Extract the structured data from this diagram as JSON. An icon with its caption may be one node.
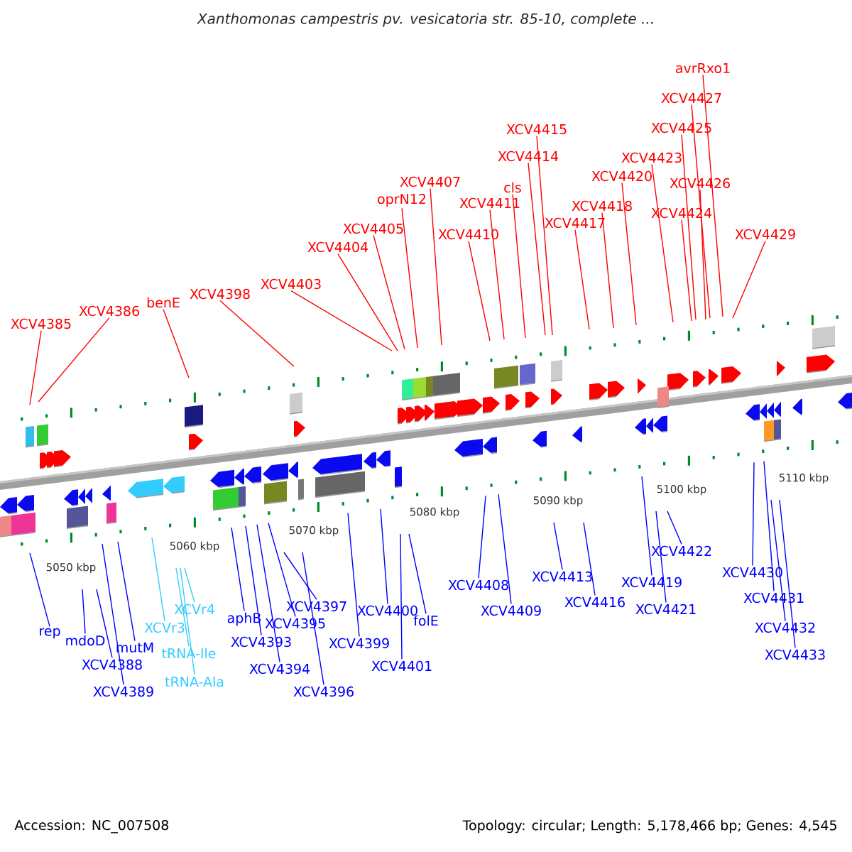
{
  "diagram": {
    "title": "Xanthomonas campestris pv. vesicatoria str. 85-10, complete ...",
    "nodes": [
      {
        "text": [
          "XCV4385"
        ]
      },
      {
        "text": [
          "XCV4386"
        ]
      },
      {
        "text": [
          "benE"
        ]
      },
      {
        "text": [
          "XCV4398"
        ]
      },
      {
        "text": [
          "XCV4403"
        ]
      },
      {
        "text": [
          "XCV4404"
        ]
      },
      {
        "text": [
          "XCV4405"
        ]
      },
      {
        "text": [
          "oprN12"
        ]
      },
      {
        "text": [
          "XCV4407"
        ]
      },
      {
        "text": [
          "XCV4410"
        ]
      },
      {
        "text": [
          "XCV4411"
        ]
      },
      {
        "text": [
          "cls"
        ]
      },
      {
        "text": [
          "XCV4414"
        ]
      },
      {
        "text": [
          "XCV4415"
        ]
      },
      {
        "text": [
          "XCV4417"
        ]
      },
      {
        "text": [
          "XCV4418"
        ]
      },
      {
        "text": [
          "XCV4420"
        ]
      },
      {
        "text": [
          "XCV4423"
        ]
      },
      {
        "text": [
          "XCV4425"
        ]
      },
      {
        "text": [
          "XCV4427"
        ]
      },
      {
        "text": [
          "avrRxo1"
        ]
      },
      {
        "text": [
          "XCV4426"
        ]
      },
      {
        "text": [
          "XCV4424"
        ]
      },
      {
        "text": [
          "XCV4429"
        ]
      },
      {
        "text": [
          "rep"
        ]
      },
      {
        "text": [
          "mdoD"
        ]
      },
      {
        "text": [
          "XCV4388"
        ]
      },
      {
        "text": [
          "mutM"
        ]
      },
      {
        "text": [
          "XCV4389"
        ]
      },
      {
        "text": [
          "XCVr3"
        ]
      },
      {
        "text": [
          "XCVr4"
        ]
      },
      {
        "text": [
          "tRNA-Ile"
        ]
      },
      {
        "text": [
          "tRNA-Ala"
        ]
      },
      {
        "text": [
          "aphB"
        ]
      },
      {
        "text": [
          "XCV4393"
        ]
      },
      {
        "text": [
          "XCV4395"
        ]
      },
      {
        "text": [
          "XCV4394"
        ]
      },
      {
        "text": [
          "XCV4397"
        ]
      },
      {
        "text": [
          "XCV4396"
        ]
      },
      {
        "text": [
          "XCV4399"
        ]
      },
      {
        "text": [
          "XCV4400"
        ]
      },
      {
        "text": [
          "XCV4401"
        ]
      },
      {
        "text": [
          "folE"
        ]
      },
      {
        "text": [
          "XCV4408"
        ]
      },
      {
        "text": [
          "XCV4409"
        ]
      },
      {
        "text": [
          "XCV4413"
        ]
      },
      {
        "text": [
          "XCV4416"
        ]
      },
      {
        "text": [
          "XCV4419"
        ]
      },
      {
        "text": [
          "XCV4421"
        ]
      },
      {
        "text": [
          "XCV4422"
        ]
      },
      {
        "text": [
          "XCV4430"
        ]
      },
      {
        "text": [
          "XCV4431"
        ]
      },
      {
        "text": [
          "XCV4432"
        ]
      },
      {
        "text": [
          "XCV4433"
        ]
      }
    ],
    "edges": [
      {
        "from": 0,
        "to": null,
        "arrow": "none",
        "color": "#ff0000"
      },
      {
        "from": 1,
        "to": null,
        "arrow": "none",
        "color": "#ff0000"
      },
      {
        "from": 2,
        "to": null,
        "arrow": "none",
        "color": "#ff0000"
      },
      {
        "from": 3,
        "to": null,
        "arrow": "none",
        "color": "#ff0000"
      },
      {
        "from": 4,
        "to": null,
        "arrow": "none",
        "color": "#ff0000"
      },
      {
        "from": 5,
        "to": null,
        "arrow": "none",
        "color": "#ff0000"
      },
      {
        "from": 6,
        "to": null,
        "arrow": "none",
        "color": "#ff0000"
      },
      {
        "from": 7,
        "to": null,
        "arrow": "none",
        "color": "#ff0000"
      },
      {
        "from": 8,
        "to": null,
        "arrow": "none",
        "color": "#ff0000"
      },
      {
        "from": 9,
        "to": null,
        "arrow": "none",
        "color": "#ff0000"
      },
      {
        "from": 10,
        "to": null,
        "arrow": "none",
        "color": "#ff0000"
      },
      {
        "from": 11,
        "to": null,
        "arrow": "none",
        "color": "#ff0000"
      },
      {
        "from": 12,
        "to": null,
        "arrow": "none",
        "color": "#ff0000"
      },
      {
        "from": 13,
        "to": null,
        "arrow": "none",
        "color": "#ff0000"
      },
      {
        "from": 14,
        "to": null,
        "arrow": "none",
        "color": "#ff0000"
      },
      {
        "from": 15,
        "to": null,
        "arrow": "none",
        "color": "#ff0000"
      },
      {
        "from": 16,
        "to": null,
        "arrow": "none",
        "color": "#ff0000"
      },
      {
        "from": 17,
        "to": null,
        "arrow": "none",
        "color": "#ff0000"
      },
      {
        "from": 18,
        "to": null,
        "arrow": "none",
        "color": "#ff0000"
      },
      {
        "from": 19,
        "to": null,
        "arrow": "none",
        "color": "#ff0000"
      },
      {
        "from": 20,
        "to": null,
        "arrow": "none",
        "color": "#ff0000"
      },
      {
        "from": 21,
        "to": null,
        "arrow": "none",
        "color": "#ff0000"
      },
      {
        "from": 22,
        "to": null,
        "arrow": "none",
        "color": "#ff0000"
      },
      {
        "from": 23,
        "to": null,
        "arrow": "none",
        "color": "#ff0000"
      },
      {
        "from": 24,
        "to": null,
        "arrow": "none"
      },
      {
        "from": 25,
        "to": null,
        "arrow": "none"
      },
      {
        "from": 26,
        "to": null,
        "arrow": "none"
      },
      {
        "from": 27,
        "to": null,
        "arrow": "none"
      },
      {
        "from": 28,
        "to": null,
        "arrow": "none"
      },
      {
        "from": 29,
        "to": null,
        "arrow": "none",
        "color": "#33ccff"
      },
      {
        "from": 30,
        "to": null,
        "arrow": "none",
        "color": "#33ccff"
      },
      {
        "from": 31,
        "to": null,
        "arrow": "none",
        "color": "#33ccff"
      },
      {
        "from": 32,
        "to": null,
        "arrow": "none",
        "color": "#33ccff"
      },
      {
        "from": 33,
        "to": null,
        "arrow": "none"
      },
      {
        "from": 34,
        "to": null,
        "arrow": "none"
      },
      {
        "from": 35,
        "to": null,
        "arrow": "none"
      },
      {
        "from": 36,
        "to": null,
        "arrow": "none"
      },
      {
        "from": 37,
        "to": null,
        "arrow": "none"
      },
      {
        "from": 38,
        "to": null,
        "arrow": "none"
      },
      {
        "from": 39,
        "to": null,
        "arrow": "none"
      },
      {
        "from": 40,
        "to": null,
        "arrow": "none"
      },
      {
        "from": 41,
        "to": null,
        "arrow": "none"
      },
      {
        "from": 42,
        "to": null,
        "arrow": "none"
      },
      {
        "from": 43,
        "to": null,
        "arrow": "none"
      },
      {
        "from": 44,
        "to": null,
        "arrow": "none"
      },
      {
        "from": 45,
        "to": null,
        "arrow": "none"
      },
      {
        "from": 46,
        "to": null,
        "arrow": "none"
      },
      {
        "from": 47,
        "to": null,
        "arrow": "none"
      },
      {
        "from": 48,
        "to": null,
        "arrow": "none"
      },
      {
        "from": 49,
        "to": null,
        "arrow": "none"
      },
      {
        "from": 50,
        "to": null,
        "arrow": "none"
      },
      {
        "from": 51,
        "to": null,
        "arrow": "none"
      },
      {
        "from": 52,
        "to": null,
        "arrow": "none"
      },
      {
        "from": 53,
        "to": null,
        "arrow": "none"
      }
    ],
    "labels": [
      "5050 kbp",
      "5060 kbp",
      "5070 kbp",
      "5080 kbp",
      "5090 kbp",
      "5100 kbp",
      "5110 kbp",
      "Accession: NC_007508",
      "Topology: circular; Length: 5,178,466 bp; Genes: 4,545"
    ]
  }
}
